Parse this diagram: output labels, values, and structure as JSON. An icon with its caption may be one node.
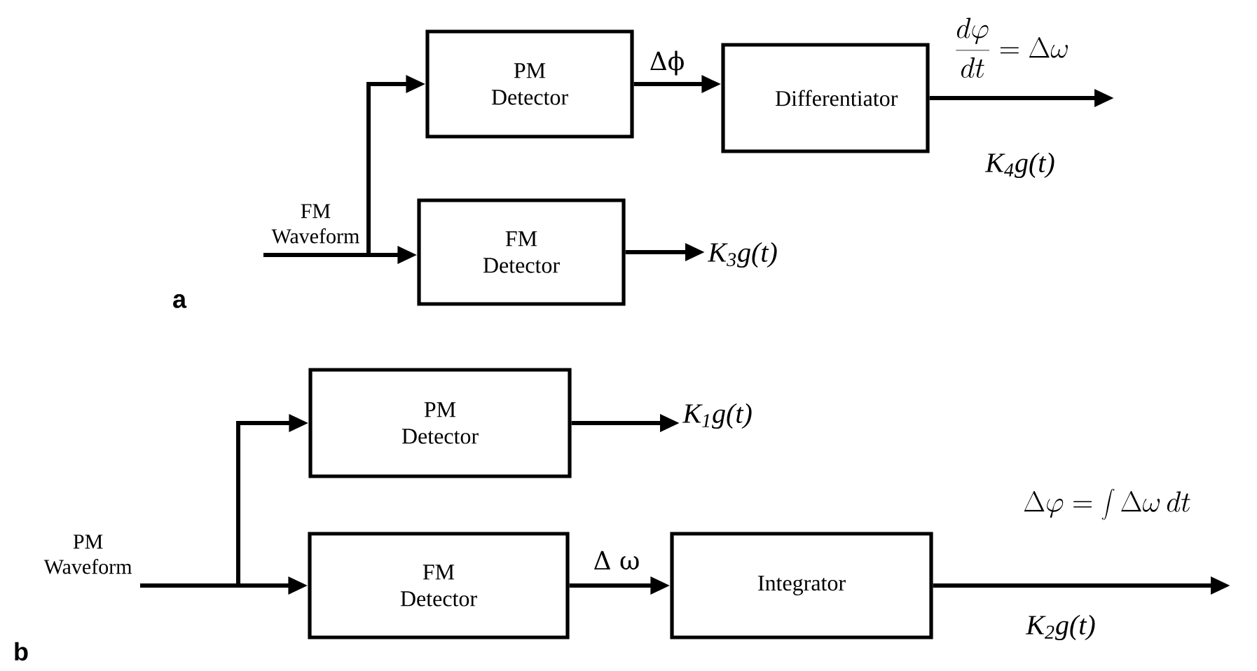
{
  "diagram": {
    "nodes": [
      {
        "text": [
          "FM Waveform"
        ]
      },
      {
        "text": [
          "PM Detector"
        ]
      },
      {
        "text": [
          "Differentiator"
        ]
      },
      {
        "text": [
          "FM Detector"
        ]
      },
      {
        "text": [
          "K$_{3}$g(t)"
        ]
      },
      {
        "text": [
          "PM Waveform"
        ]
      },
      {
        "text": [
          "PM Detector"
        ]
      },
      {
        "text": [
          "K$_{1}$g(t)"
        ]
      },
      {
        "text": [
          "FM Detector"
        ]
      },
      {
        "text": [
          "Integrator"
        ]
      }
    ],
    "edges": [
      {
        "from": 0,
        "to": 1,
        "arrow": "to"
      },
      {
        "from": 0,
        "to": 3,
        "arrow": "to"
      },
      {
        "from": 1,
        "to": 2,
        "arrow": "to",
        "label": "Δϕ"
      },
      {
        "from": 2,
        "to": null,
        "arrow": "to",
        "label": "K$_{4}$g(t)"
      },
      {
        "from": 3,
        "to": 4,
        "arrow": "to"
      },
      {
        "from": 5,
        "to": 6,
        "arrow": "to"
      },
      {
        "from": 5,
        "to": 8,
        "arrow": "to"
      },
      {
        "from": 6,
        "to": 7,
        "arrow": "to"
      },
      {
        "from": 8,
        "to": 9,
        "arrow": "to",
        "label": "Δ ω"
      },
      {
        "from": 9,
        "to": null,
        "arrow": "to",
        "label": "K$_{2}$g(t)"
      }
    ],
    "labels": [
      "\\frac{d\\varphi}{dt} = \\Delta\\omega",
      "a",
      "\\Delta\\varphi = \\int \\Delta\\omega\\, dt",
      "b"
    ]
  }
}
